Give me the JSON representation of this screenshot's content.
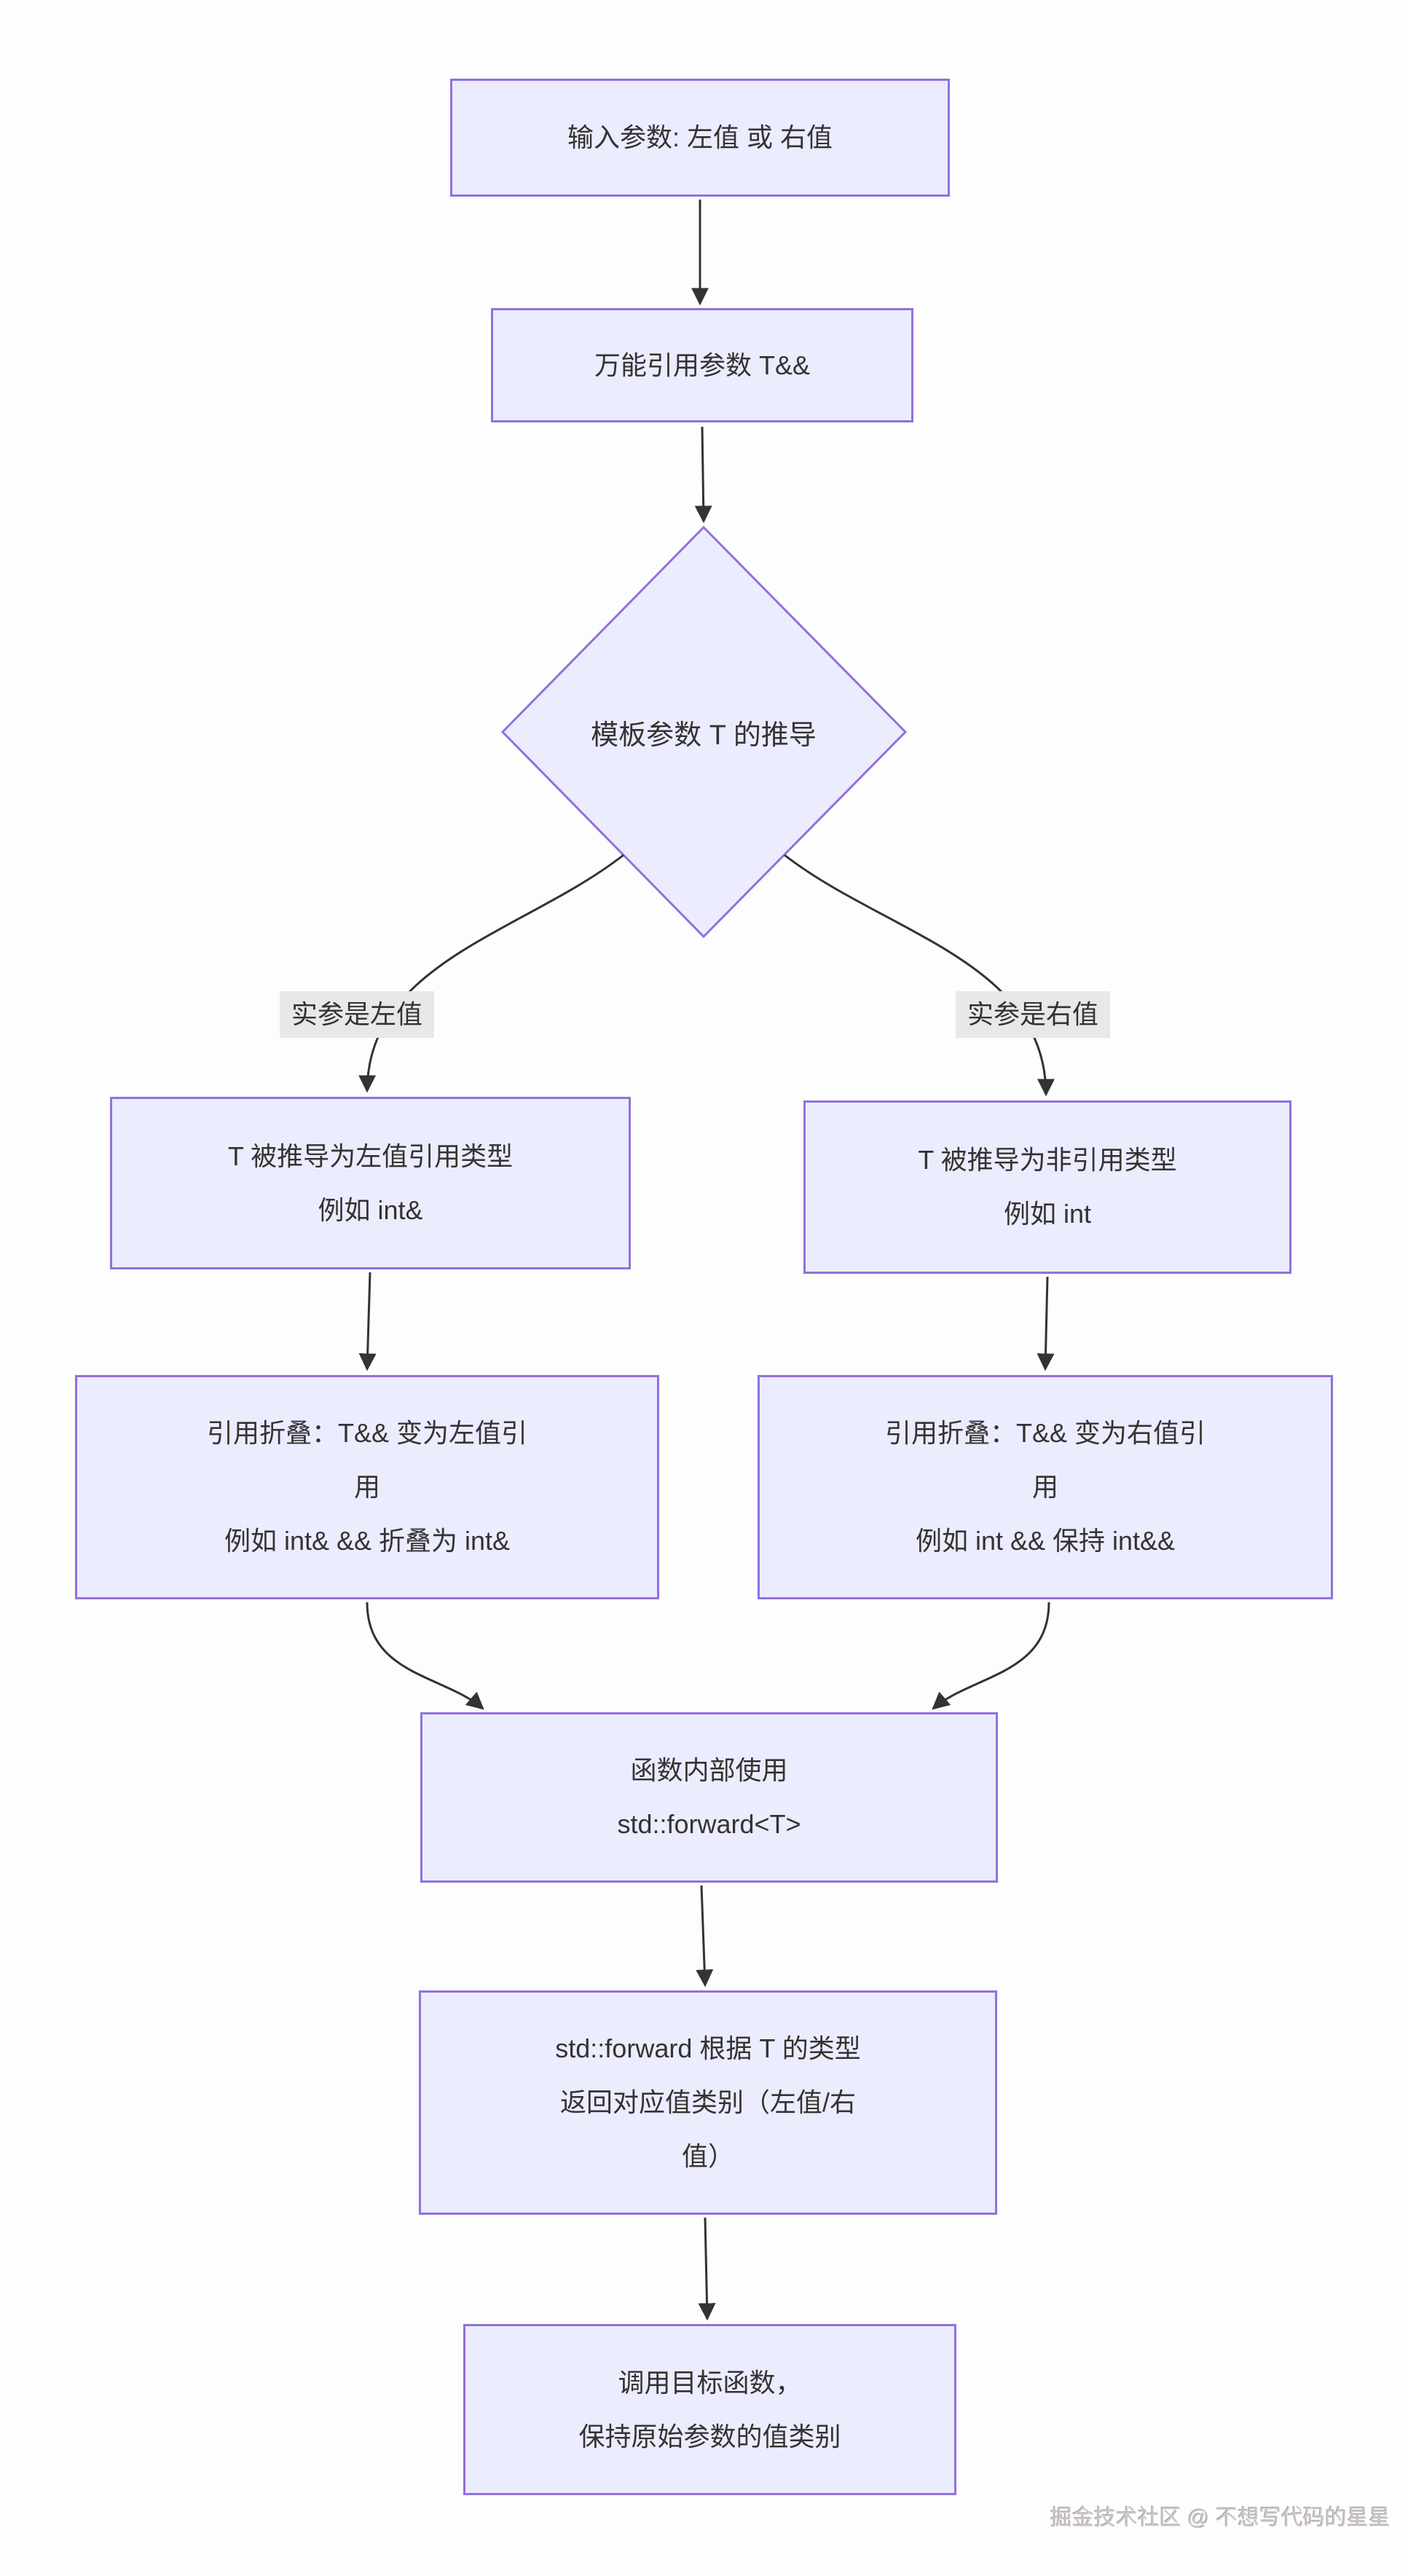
{
  "diagram": {
    "title_hint": "C++ perfect forwarding flowchart",
    "colors": {
      "node_fill": "#ECECFF",
      "node_border": "#9370DB",
      "edge_color": "#333333",
      "text_color": "#333333",
      "edge_label_bg": "#e8e8e8",
      "background": "#fdfdfd"
    },
    "nodes": [
      {
        "id": "input-params",
        "shape": "rect",
        "lines": [
          "输入参数: 左值 或 右值"
        ]
      },
      {
        "id": "universal-ref",
        "shape": "rect",
        "lines": [
          "万能引用参数 T&&"
        ]
      },
      {
        "id": "deduction",
        "shape": "diamond",
        "lines": [
          "模板参数 T 的推导"
        ]
      },
      {
        "id": "lvalue-deduced",
        "shape": "rect",
        "lines": [
          "T 被推导为左值引用类型",
          "例如 int&"
        ]
      },
      {
        "id": "rvalue-deduced",
        "shape": "rect",
        "lines": [
          "T 被推导为非引用类型",
          "例如 int"
        ]
      },
      {
        "id": "collapse-left",
        "shape": "rect",
        "lines": [
          "引用折叠：T&& 变为左值引",
          "用",
          "例如 int& && 折叠为 int&"
        ]
      },
      {
        "id": "collapse-right",
        "shape": "rect",
        "lines": [
          "引用折叠：T&& 变为右值引",
          "用",
          "例如 int && 保持 int&&"
        ]
      },
      {
        "id": "forward-use",
        "shape": "rect",
        "lines": [
          "函数内部使用",
          "std::forward<T>"
        ]
      },
      {
        "id": "forward-return",
        "shape": "rect",
        "lines": [
          "std::forward 根据 T 的类型",
          "返回对应值类别（左值/右",
          "值）"
        ]
      },
      {
        "id": "call-target",
        "shape": "rect",
        "lines": [
          "调用目标函数，",
          "保持原始参数的值类别"
        ]
      }
    ],
    "edge_labels": [
      {
        "id": "arg-is-lvalue",
        "text": "实参是左值"
      },
      {
        "id": "arg-is-rvalue",
        "text": "实参是右值"
      }
    ],
    "watermark": "掘金技术社区 @ 不想写代码的星星"
  }
}
